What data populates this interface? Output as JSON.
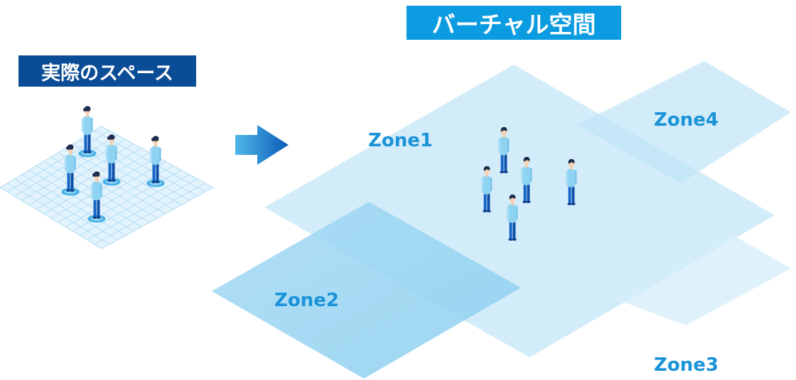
{
  "labels": {
    "real_space": "実際のスペース",
    "virtual_space": "バーチャル空間"
  },
  "zones": [
    "Zone1",
    "Zone2",
    "Zone3",
    "Zone4"
  ],
  "icons": {
    "person": "person-vr-headset-icon",
    "arrow": "arrow-right-icon"
  },
  "colors": {
    "real_label_bg": "#0b4c96",
    "virtual_label_bg": "#0a9be0",
    "zone_text": "#1a93d9",
    "person_shirt": "#8fd3f3",
    "person_pants": "#1565c8",
    "floor_fill": "#e3f3fc",
    "floor_grid": "#b2dcf3"
  }
}
